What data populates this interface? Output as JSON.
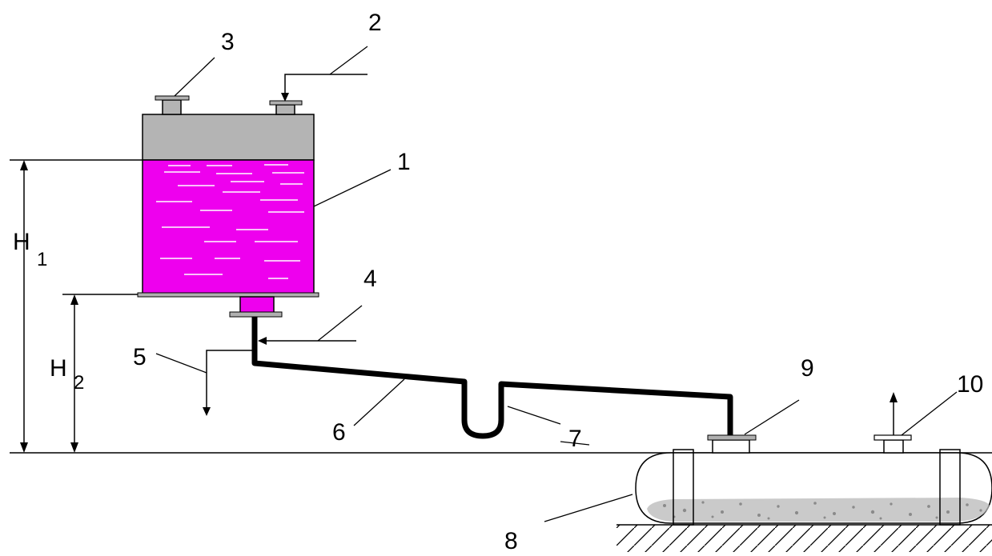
{
  "diagram": {
    "callouts": {
      "c1": "1",
      "c2": "2",
      "c3": "3",
      "c4": "4",
      "c5": "5",
      "c6": "6",
      "c7": "7",
      "c8": "8",
      "c9": "9",
      "c10": "10"
    },
    "dimensions": {
      "h1": {
        "letter": "H",
        "subscript": "1"
      },
      "h2": {
        "letter": "H",
        "subscript": "2"
      }
    },
    "colors": {
      "liquid": "#ee00ee",
      "tank_top": "#b4b4b4",
      "flange": "#b0b0b0",
      "sediment": "#9a9a9a",
      "line": "#000000"
    }
  }
}
